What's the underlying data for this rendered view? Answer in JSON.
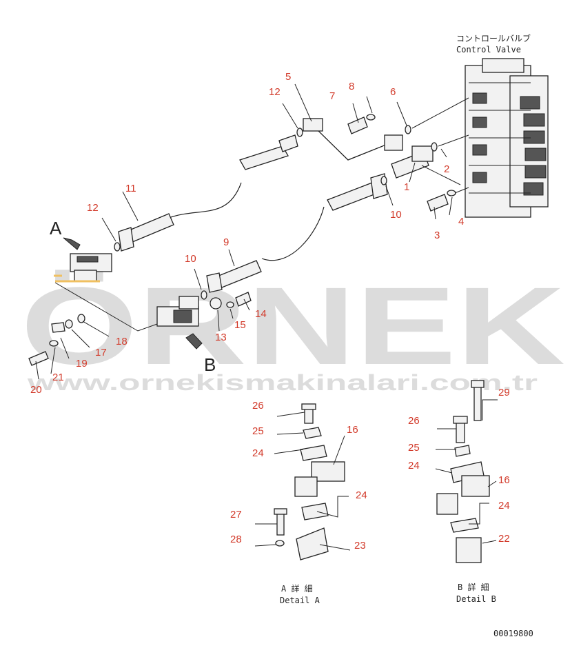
{
  "title_ja": "コントロールバルブ",
  "title_en": "Control Valve",
  "view_a": "A",
  "view_b": "B",
  "detail_a_ja": "A 詳 細",
  "detail_a_en": "Detail A",
  "detail_b_ja": "B 詳 細",
  "detail_b_en": "Detail B",
  "diagram_code": "00019800",
  "watermark": "ÖRNEK",
  "watermark_url": "www.ornekismakinalari.com.tr",
  "callouts": {
    "c1": "1",
    "c2": "2",
    "c3": "3",
    "c4": "4",
    "c5": "5",
    "c6": "6",
    "c7": "7",
    "c8": "8",
    "c9": "9",
    "c10a": "10",
    "c10b": "10",
    "c11": "11",
    "c12a": "12",
    "c12b": "12",
    "c13": "13",
    "c14": "14",
    "c15": "15",
    "c17": "17",
    "c18": "18",
    "c19": "19",
    "c20": "20",
    "c21": "21",
    "a26": "26",
    "a25": "25",
    "a24a": "24",
    "a16": "16",
    "a24b": "24",
    "a27": "27",
    "a28": "28",
    "a23": "23",
    "b29": "29",
    "b26": "26",
    "b25": "25",
    "b24a": "24",
    "b16": "16",
    "b24b": "24",
    "b22": "22"
  }
}
